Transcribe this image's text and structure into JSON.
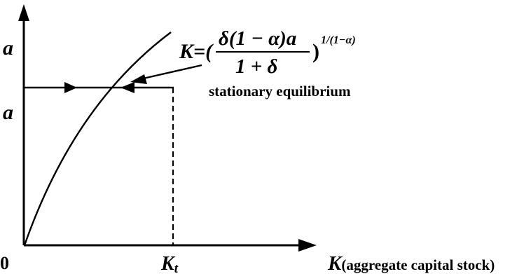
{
  "figure": {
    "y_axis_label_top": "a",
    "y_axis_label_lower": "a",
    "origin_label": "0",
    "x_tick_label_main": "K",
    "x_tick_label_sub": "t",
    "x_axis_label_var": "K",
    "x_axis_label_desc": "(aggregate capital stock)",
    "equilibrium_label": "stationary equilibrium",
    "formula": {
      "lhs": "K=(",
      "numerator": "δ(1 − α)a",
      "denominator": "1 + δ",
      "close_paren": ")",
      "exponent": "1/(1−α)"
    }
  },
  "colors": {
    "ink": "#000000",
    "background": "#ffffff"
  }
}
